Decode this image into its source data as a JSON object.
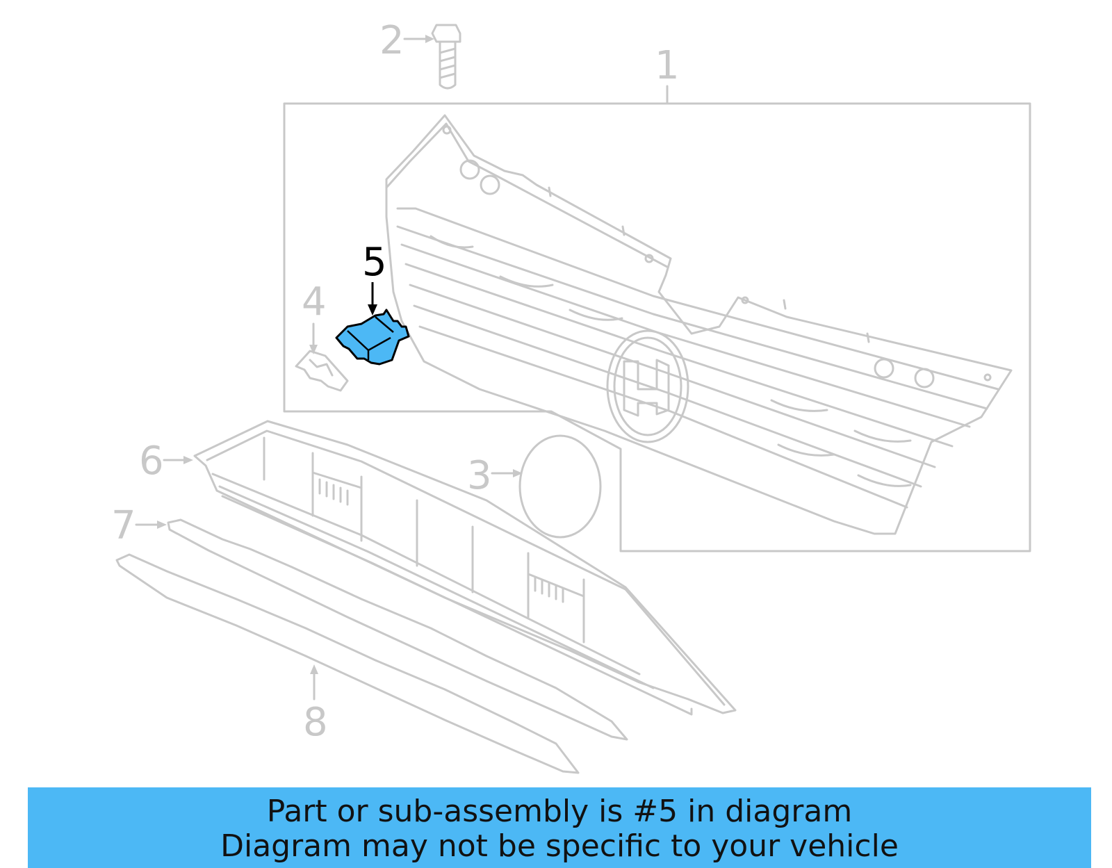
{
  "callouts": {
    "c1": "1",
    "c2": "2",
    "c3": "3",
    "c4": "4",
    "c5": "5",
    "c6": "6",
    "c7": "7",
    "c8": "8"
  },
  "highlighted_part": "5",
  "colors": {
    "line": "#c8c8c8",
    "highlight_fill": "#4cb8f5",
    "highlight_stroke": "#000000",
    "banner": "#4cb8f5"
  },
  "banner": {
    "line1": "Part or sub-assembly is #5 in diagram",
    "line2": "Diagram may not be specific to your vehicle"
  }
}
